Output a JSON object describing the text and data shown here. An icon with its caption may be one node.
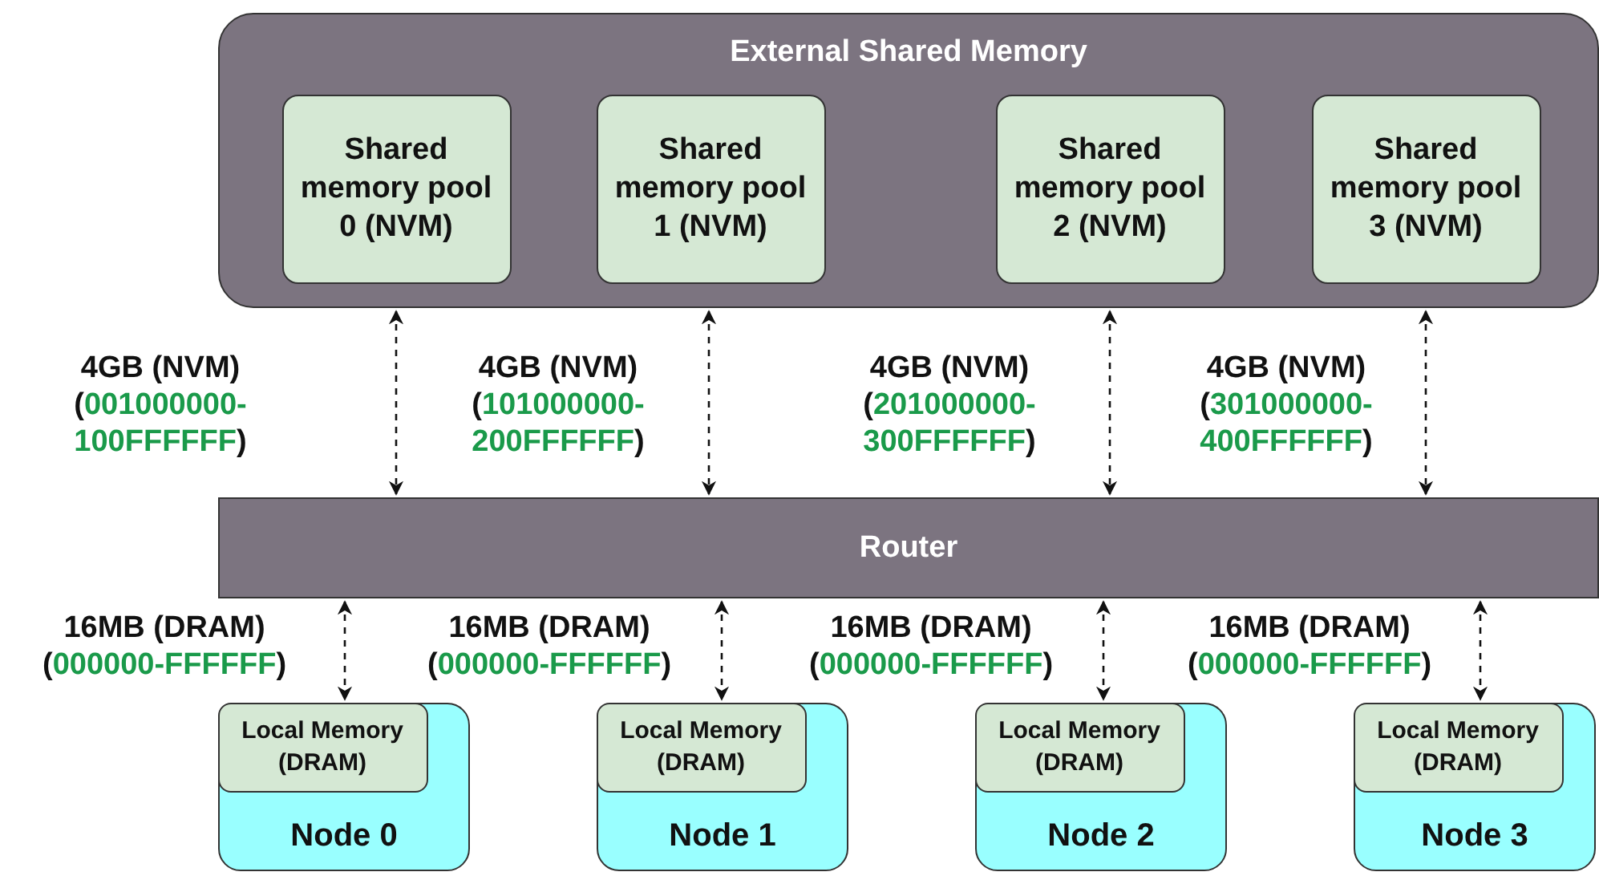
{
  "diagram": {
    "nodes": [
      {
        "text": [
          "External Shared Memory"
        ]
      },
      {
        "text": [
          "Shared memory pool 0 (NVM)"
        ],
        "in": 0
      },
      {
        "text": [
          "Shared memory pool 1 (NVM)"
        ],
        "in": 0
      },
      {
        "text": [
          "Shared memory pool 2 (NVM)"
        ],
        "in": 0
      },
      {
        "text": [
          "Shared memory pool 3 (NVM)"
        ],
        "in": 0
      },
      {
        "text": [
          "Router"
        ]
      },
      {
        "text": [
          "Node 0"
        ]
      },
      {
        "text": [
          "Local Memory (DRAM)"
        ],
        "in": 6
      },
      {
        "text": [
          "Node 1"
        ]
      },
      {
        "text": [
          "Local Memory (DRAM)"
        ],
        "in": 8
      },
      {
        "text": [
          "Node 2"
        ]
      },
      {
        "text": [
          "Local Memory (DRAM)"
        ],
        "in": 10
      },
      {
        "text": [
          "Node 3"
        ]
      },
      {
        "text": [
          "Local Memory (DRAM)"
        ],
        "in": 12
      }
    ],
    "edges": [
      {
        "from": 0,
        "to": 5,
        "arrow": "both",
        "style": "dashed",
        "label": "4GB (NVM) (001000000-100FFFFFF)"
      },
      {
        "from": 0,
        "to": 5,
        "arrow": "both",
        "style": "dashed",
        "label": "4GB (NVM) (101000000-200FFFFFF)"
      },
      {
        "from": 0,
        "to": 5,
        "arrow": "both",
        "style": "dashed",
        "label": "4GB (NVM) (201000000-300FFFFFF)"
      },
      {
        "from": 0,
        "to": 5,
        "arrow": "both",
        "style": "dashed",
        "label": "4GB (NVM) (301000000-400FFFFFF)"
      },
      {
        "from": 5,
        "to": 7,
        "arrow": "both",
        "style": "dashed",
        "label": "16MB (DRAM) (000000-FFFFFF)"
      },
      {
        "from": 5,
        "to": 9,
        "arrow": "both",
        "style": "dashed",
        "label": "16MB (DRAM) (000000-FFFFFF)"
      },
      {
        "from": 5,
        "to": 11,
        "arrow": "both",
        "style": "dashed",
        "label": "16MB (DRAM) (000000-FFFFFF)"
      },
      {
        "from": 5,
        "to": 13,
        "arrow": "both",
        "style": "dashed",
        "label": "16MB (DRAM) (000000-FFFFFF)"
      }
    ]
  }
}
